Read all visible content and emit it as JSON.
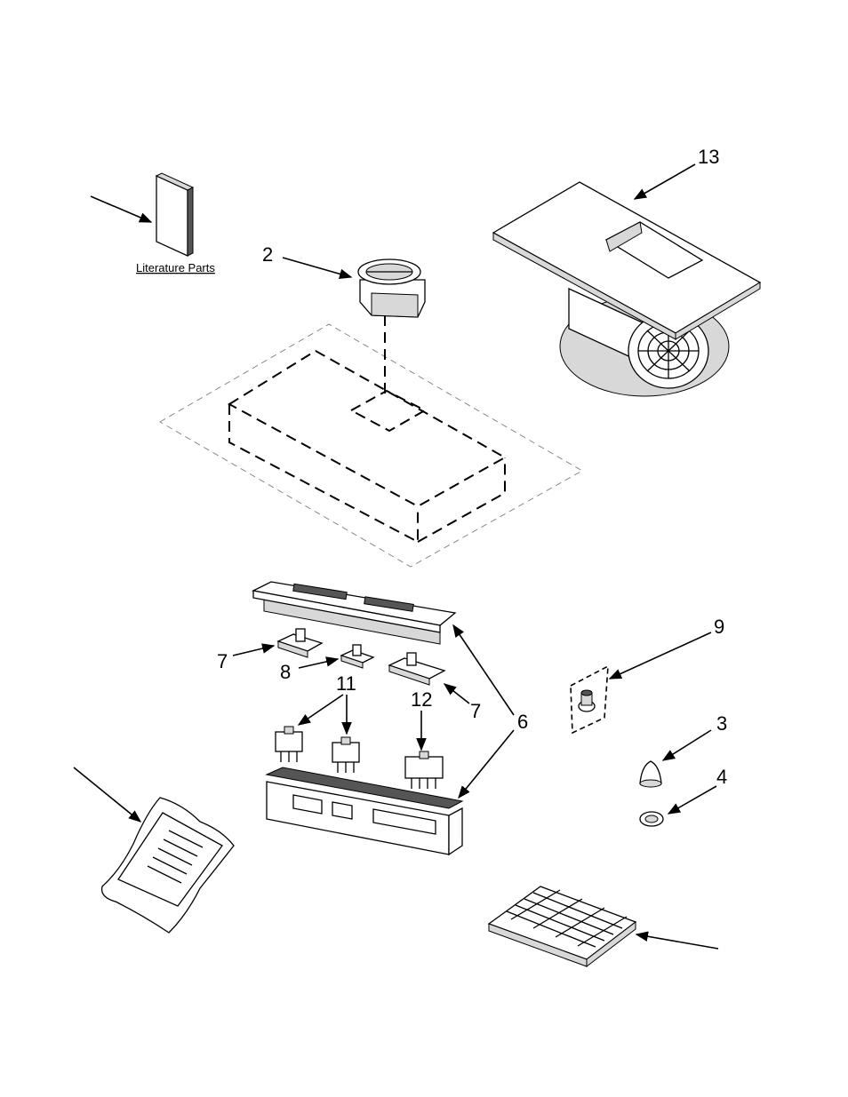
{
  "literature_label": "Literature Parts",
  "callouts": {
    "c2": "2",
    "c13": "13",
    "c7a": "7",
    "c8": "8",
    "c11": "11",
    "c12": "12",
    "c7b": "7",
    "c6": "6",
    "c9": "9",
    "c3": "3",
    "c4": "4"
  }
}
